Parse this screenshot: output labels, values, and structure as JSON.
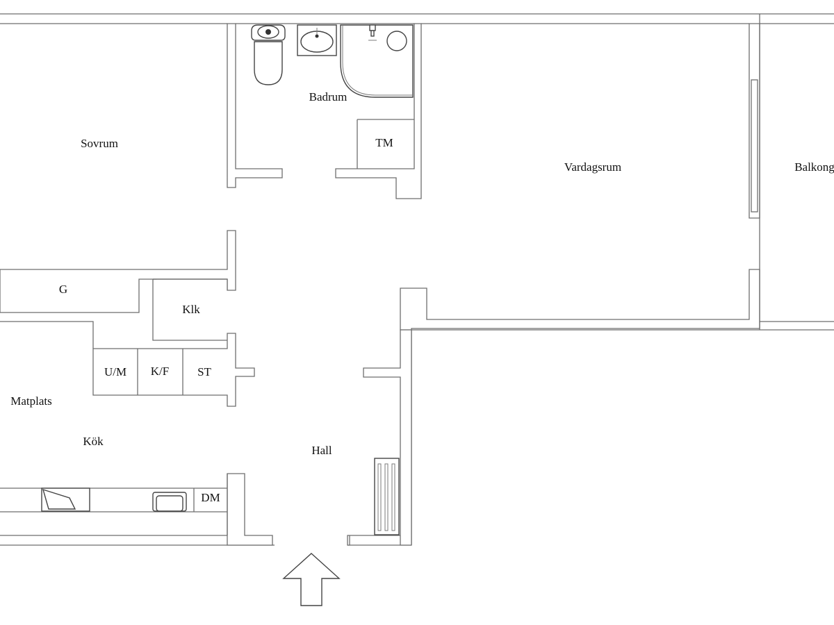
{
  "rooms": {
    "sovrum": "Sovrum",
    "badrum": "Badrum",
    "tm": "TM",
    "vardagsrum": "Vardagsrum",
    "balkong": "Balkong",
    "g": "G",
    "klk": "Klk",
    "um": "U/M",
    "kf": "K/F",
    "st": "ST",
    "matplats": "Matplats",
    "kok": "Kök",
    "hall": "Hall",
    "dm": "DM"
  },
  "icons": {
    "entrance": "entrance-arrow-icon",
    "toilet": "toilet-icon",
    "sink": "sink-icon",
    "shower": "shower-icon",
    "stove": "stove-icon",
    "kitchen_sink": "kitchen-sink-icon",
    "radiator": "radiator-icon"
  },
  "colors": {
    "wall": "#6e6e6e",
    "background": "#ffffff",
    "text": "#111111"
  }
}
